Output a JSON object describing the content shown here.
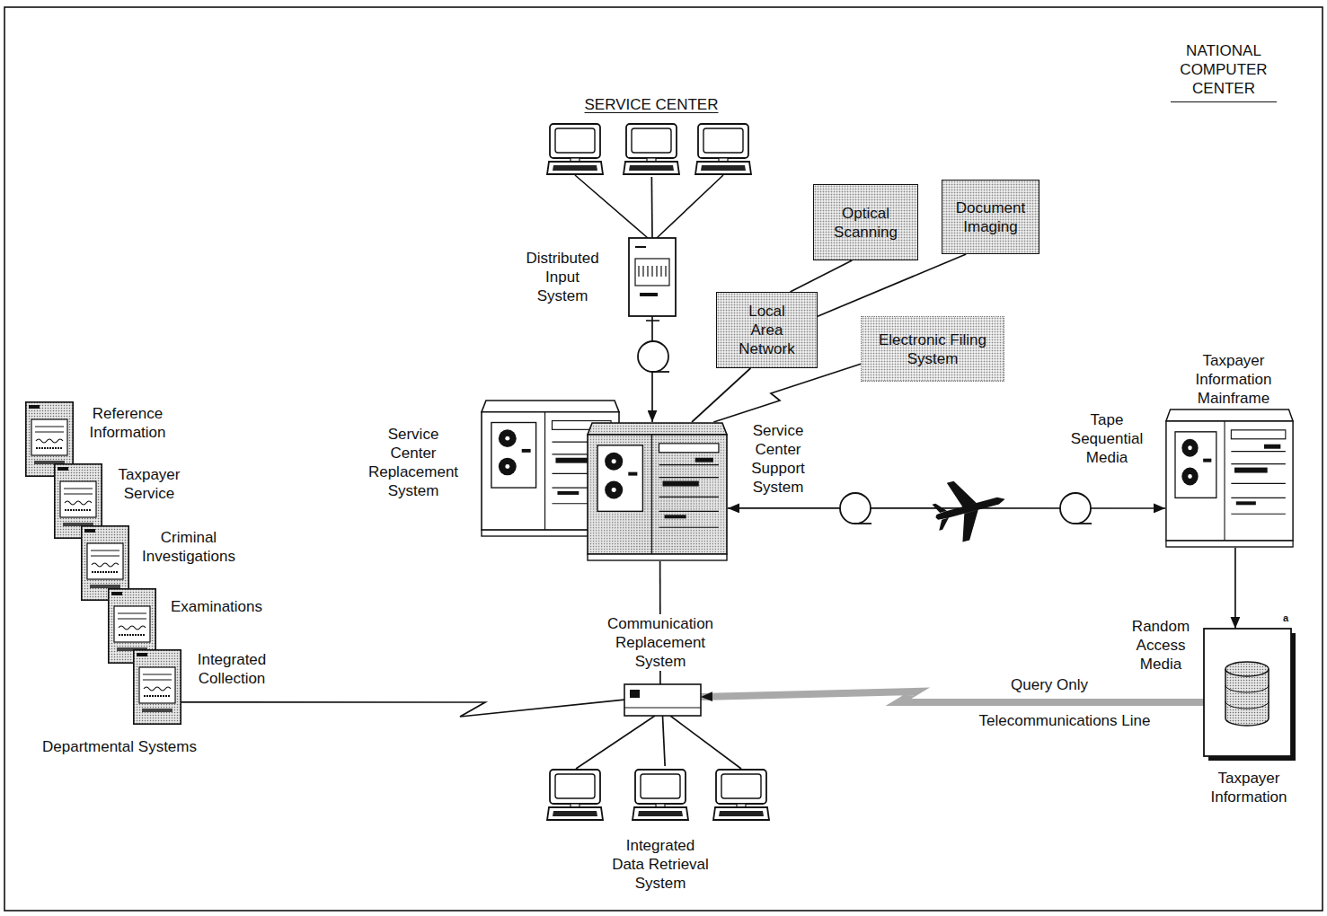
{
  "diagram": {
    "nodes": [
      {
        "text": [
          "SERVICE CENTER"
        ]
      },
      {
        "text": [
          "Optical Scanning"
        ]
      },
      {
        "text": [
          "Document Imaging"
        ]
      },
      {
        "text": [
          "Distributed Input System"
        ]
      },
      {
        "text": [
          "Local Area Network"
        ]
      },
      {
        "text": [
          "Electronic Filing System"
        ]
      },
      {
        "text": [
          "Taxpayer Information Mainframe"
        ]
      },
      {
        "text": [
          "Departmental Systems"
        ]
      },
      {
        "text": [
          "Reference Information"
        ],
        "in": 7
      },
      {
        "text": [
          "Taxpayer Service"
        ],
        "in": 7
      },
      {
        "text": [
          "Criminal Investigations"
        ],
        "in": 7
      },
      {
        "text": [
          "Examinations"
        ],
        "in": 7
      },
      {
        "text": [
          "Integrated Collection"
        ],
        "in": 7
      },
      {
        "text": [
          "Service Center Replacement System"
        ]
      },
      {
        "text": [
          "Service Center Support System"
        ]
      },
      {
        "text": [
          "Communication Replacement System"
        ]
      },
      {
        "text": [
          "Taxpayer Information"
        ]
      },
      {
        "text": [
          "Integrated Data Retrieval System"
        ]
      }
    ],
    "edges": [
      {
        "from": 0,
        "to": 3,
        "arrow": "none"
      },
      {
        "from": 3,
        "to": 14,
        "arrow": "to"
      },
      {
        "from": 4,
        "to": 1,
        "arrow": "none"
      },
      {
        "from": 4,
        "to": 2,
        "arrow": "none"
      },
      {
        "from": 4,
        "to": 14,
        "arrow": "none"
      },
      {
        "from": 5,
        "to": 14,
        "arrow": "none"
      },
      {
        "from": 6,
        "to": 14,
        "arrow": "both",
        "label": "Tape Sequential Media"
      },
      {
        "from": 6,
        "to": 16,
        "arrow": "to",
        "label": "Random Access Media"
      },
      {
        "from": 14,
        "to": 15,
        "arrow": "none"
      },
      {
        "from": 16,
        "to": 15,
        "arrow": "to",
        "label": "Query Only"
      },
      {
        "from": 12,
        "to": 15,
        "arrow": "none"
      },
      {
        "from": 15,
        "to": 17,
        "arrow": "none"
      }
    ],
    "labels": [
      "NATIONAL COMPUTER CENTER",
      "a",
      "Telecommunications Line"
    ]
  }
}
